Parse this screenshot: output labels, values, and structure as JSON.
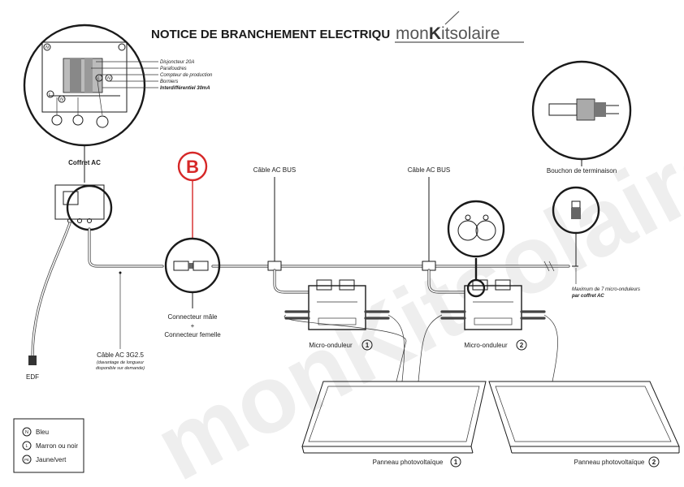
{
  "title": "NOTICE DE BRANCHEMENT ELECTRIQU",
  "brand": {
    "prefix": "mon",
    "k": "K",
    "suffix": "itsolaire"
  },
  "watermark": "monKitsolaire",
  "coffret": {
    "label": "Coffret AC",
    "callouts": [
      "Disjoncteur 20A",
      "Parafoudres",
      "Compteur de production",
      "Borniers",
      "Interdifférentiel 30mA"
    ],
    "markers": [
      "N",
      "L",
      "N",
      "L",
      "N"
    ]
  },
  "marker_b": "B",
  "connector": {
    "male": "Connecteur mâle",
    "plus": "+",
    "female": "Connecteur femelle"
  },
  "cable_ac_bus_1": "Câble AC BUS",
  "cable_ac_bus_2": "Câble AC BUS",
  "bouchon": "Bouchon de terminaison",
  "max_note": {
    "line1": "Maximum de 7 micro-onduleurs",
    "line2": "par coffret AC"
  },
  "cable_3g": {
    "label": "Câble AC 3G2.5",
    "note1": "(davantage de longueur",
    "note2": "disponible sur demande)"
  },
  "edf": "EDF",
  "micro1": {
    "label": "Micro-onduleur",
    "num": "1"
  },
  "micro2": {
    "label": "Micro-onduleur",
    "num": "2"
  },
  "panel1": {
    "label": "Panneau photovoltaïque",
    "num": "1"
  },
  "panel2": {
    "label": "Panneau photovoltaïque",
    "num": "2"
  },
  "legend": [
    {
      "symbol": "N",
      "text": "Bleu"
    },
    {
      "symbol": "L",
      "text": "Marron ou noir"
    },
    {
      "symbol": "PE",
      "text": "Jaune/vert"
    }
  ],
  "colors": {
    "accent": "#d62828",
    "line": "#1a1a1a",
    "watermark": "#eeeeee"
  }
}
